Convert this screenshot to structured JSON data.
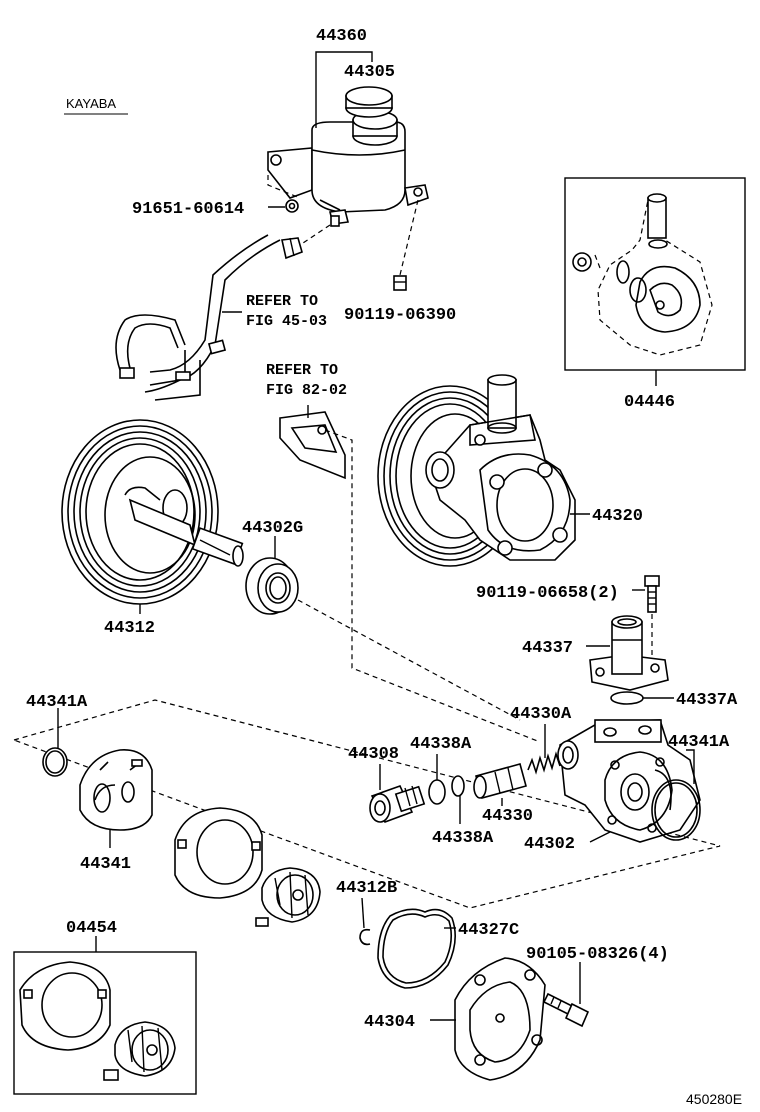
{
  "brand": "KAYABA",
  "figure_id": "450280E",
  "labels": {
    "p44360": "44360",
    "p44305": "44305",
    "p91651": "91651-60614",
    "ref45_1": "REFER TO",
    "ref45_2": "FIG 45-03",
    "p90119_06390": "90119-06390",
    "p04446": "04446",
    "ref82_1": "REFER TO",
    "ref82_2": "FIG 82-02",
    "p44302G": "44302G",
    "p44312": "44312",
    "p44320": "44320",
    "p90119_06658": "90119-06658(2)",
    "p44337": "44337",
    "p44337A": "44337A",
    "p44341A_l": "44341A",
    "p44330A": "44330A",
    "p44341A_r": "44341A",
    "p44308": "44308",
    "p44338A_t": "44338A",
    "p44330": "44330",
    "p44338A_b": "44338A",
    "p44302": "44302",
    "p44341": "44341",
    "p44312B": "44312B",
    "p44327C": "44327C",
    "p04454": "04454",
    "p90105": "90105-08326(4)",
    "p44304": "44304"
  }
}
